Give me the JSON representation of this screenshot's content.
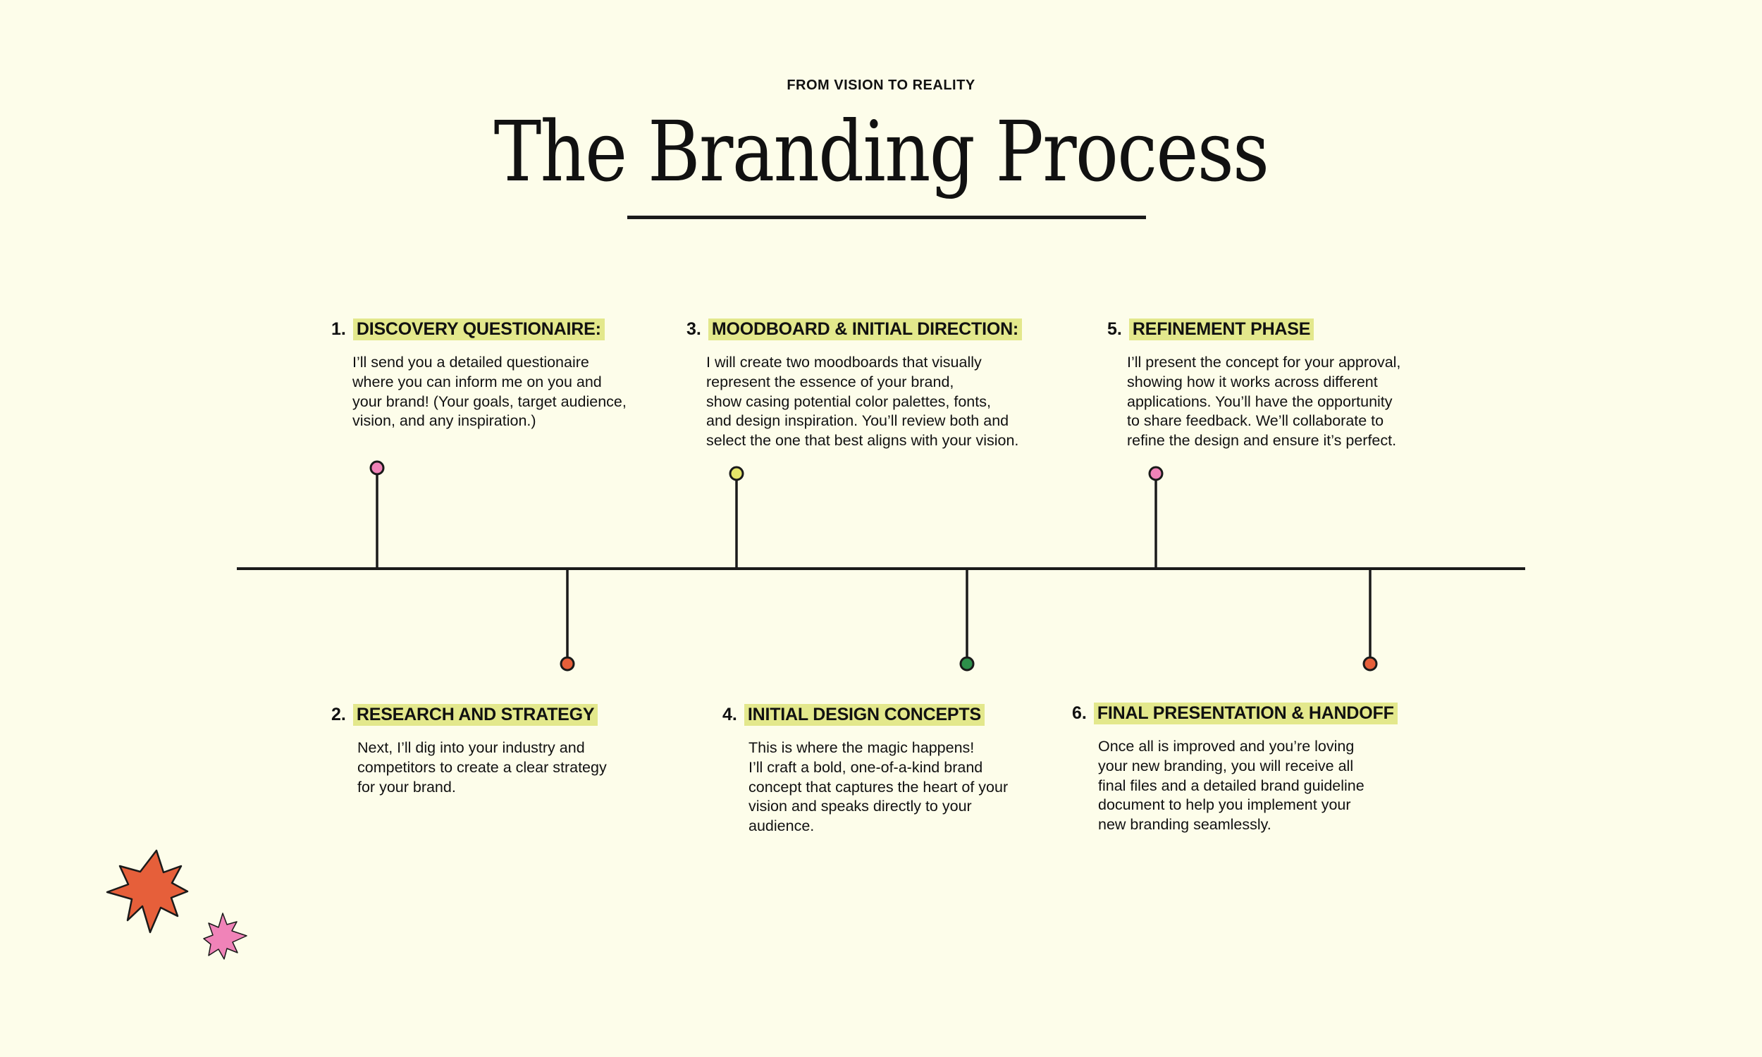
{
  "header": {
    "eyebrow": "FROM VISION TO REALITY",
    "title": "The Branding Process"
  },
  "colors": {
    "background": "#fdfdea",
    "highlight": "#e3e88c",
    "line": "#1a1a1a",
    "pink": "#f083b8",
    "yellow": "#e6e66a",
    "orange": "#e65f3a",
    "green": "#2d8f4a"
  },
  "steps": [
    {
      "number": "1.",
      "title": "DISCOVERY QUESTIONAIRE:",
      "description": "I’ll send you a detailed questionaire\nwhere you can inform me on you and\nyour brand! (Your goals, target audience,\nvision, and any inspiration.)",
      "marker_color": "#f083b8"
    },
    {
      "number": "2.",
      "title": "RESEARCH AND STRATEGY",
      "description": "Next, I’ll dig into your industry and\ncompetitors to create a clear strategy\nfor your brand.",
      "marker_color": "#e65f3a"
    },
    {
      "number": "3.",
      "title": "MOODBOARD & INITIAL DIRECTION:",
      "description": "I will create two moodboards that visually\nrepresent the essence of your brand,\nshow casing potential color palettes, fonts,\nand design inspiration. You’ll review both and\nselect the one that best aligns with your vision.",
      "marker_color": "#e6e66a"
    },
    {
      "number": "4.",
      "title": "INITIAL DESIGN CONCEPTS",
      "description": "This is where the magic happens!\nI’ll craft a bold, one-of-a-kind brand\nconcept that captures the heart of your\nvision and speaks directly to your\naudience.",
      "marker_color": "#2d8f4a"
    },
    {
      "number": "5.",
      "title": "REFINEMENT PHASE",
      "description": "I’ll present the concept for your approval,\nshowing how it works across different\napplications. You’ll have the opportunity\nto share feedback. We’ll collaborate to\nrefine the design and ensure it’s perfect.",
      "marker_color": "#f083b8"
    },
    {
      "number": "6.",
      "title": "FINAL PRESENTATION & HANDOFF",
      "description": "Once all is improved and you’re loving\nyour new branding, you will receive all\nfinal files and a detailed brand guideline\ndocument to help you implement your\nnew branding seamlessly.",
      "marker_color": "#e65f3a"
    }
  ],
  "decorations": [
    {
      "name": "orange-star",
      "color": "#e65f3a"
    },
    {
      "name": "pink-star",
      "color": "#f083b8"
    }
  ]
}
